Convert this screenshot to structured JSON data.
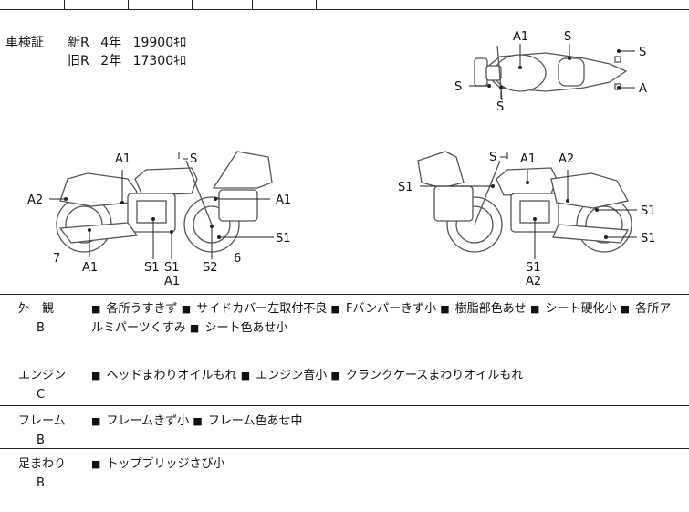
{
  "inspection": {
    "label": "車検証",
    "rows": [
      {
        "type": "新R",
        "year": "4年",
        "price": "19900ｷﾛ"
      },
      {
        "type": "旧R",
        "year": "2年",
        "price": "17300ｷﾛ"
      }
    ]
  },
  "diagram_labels": {
    "top_view": [
      "A1",
      "S",
      "S",
      "S",
      "A",
      "S"
    ],
    "left_side": [
      "A1",
      "S",
      "A2",
      "A1",
      "S1",
      "7",
      "A1",
      "S1",
      "S1",
      "A1",
      "S2",
      "6"
    ],
    "right_side": [
      "S",
      "A1",
      "A2",
      "S1",
      "S1",
      "S1",
      "S1",
      "A2"
    ]
  },
  "sections": [
    {
      "category": "外　観",
      "grade": "B",
      "notes": [
        "各所うすきず",
        "サイドカバー左取付不良",
        "Fバンパーきず小",
        "樹脂部色あせ",
        "シート硬化小",
        "各所アルミパーツくすみ",
        "シート色あせ小"
      ]
    },
    {
      "category": "エンジン",
      "grade": "C",
      "notes": [
        "ヘッドまわりオイルもれ",
        "エンジン音小",
        "クランクケースまわりオイルもれ"
      ]
    },
    {
      "category": "フレーム",
      "grade": "B",
      "notes": [
        "フレームきず小",
        "フレーム色あせ中"
      ]
    },
    {
      "category": "足まわり",
      "grade": "B",
      "notes": [
        "トップブリッジさび小"
      ]
    }
  ],
  "colors": {
    "line": "#222222",
    "drawing": "#555555",
    "text": "#111111"
  }
}
